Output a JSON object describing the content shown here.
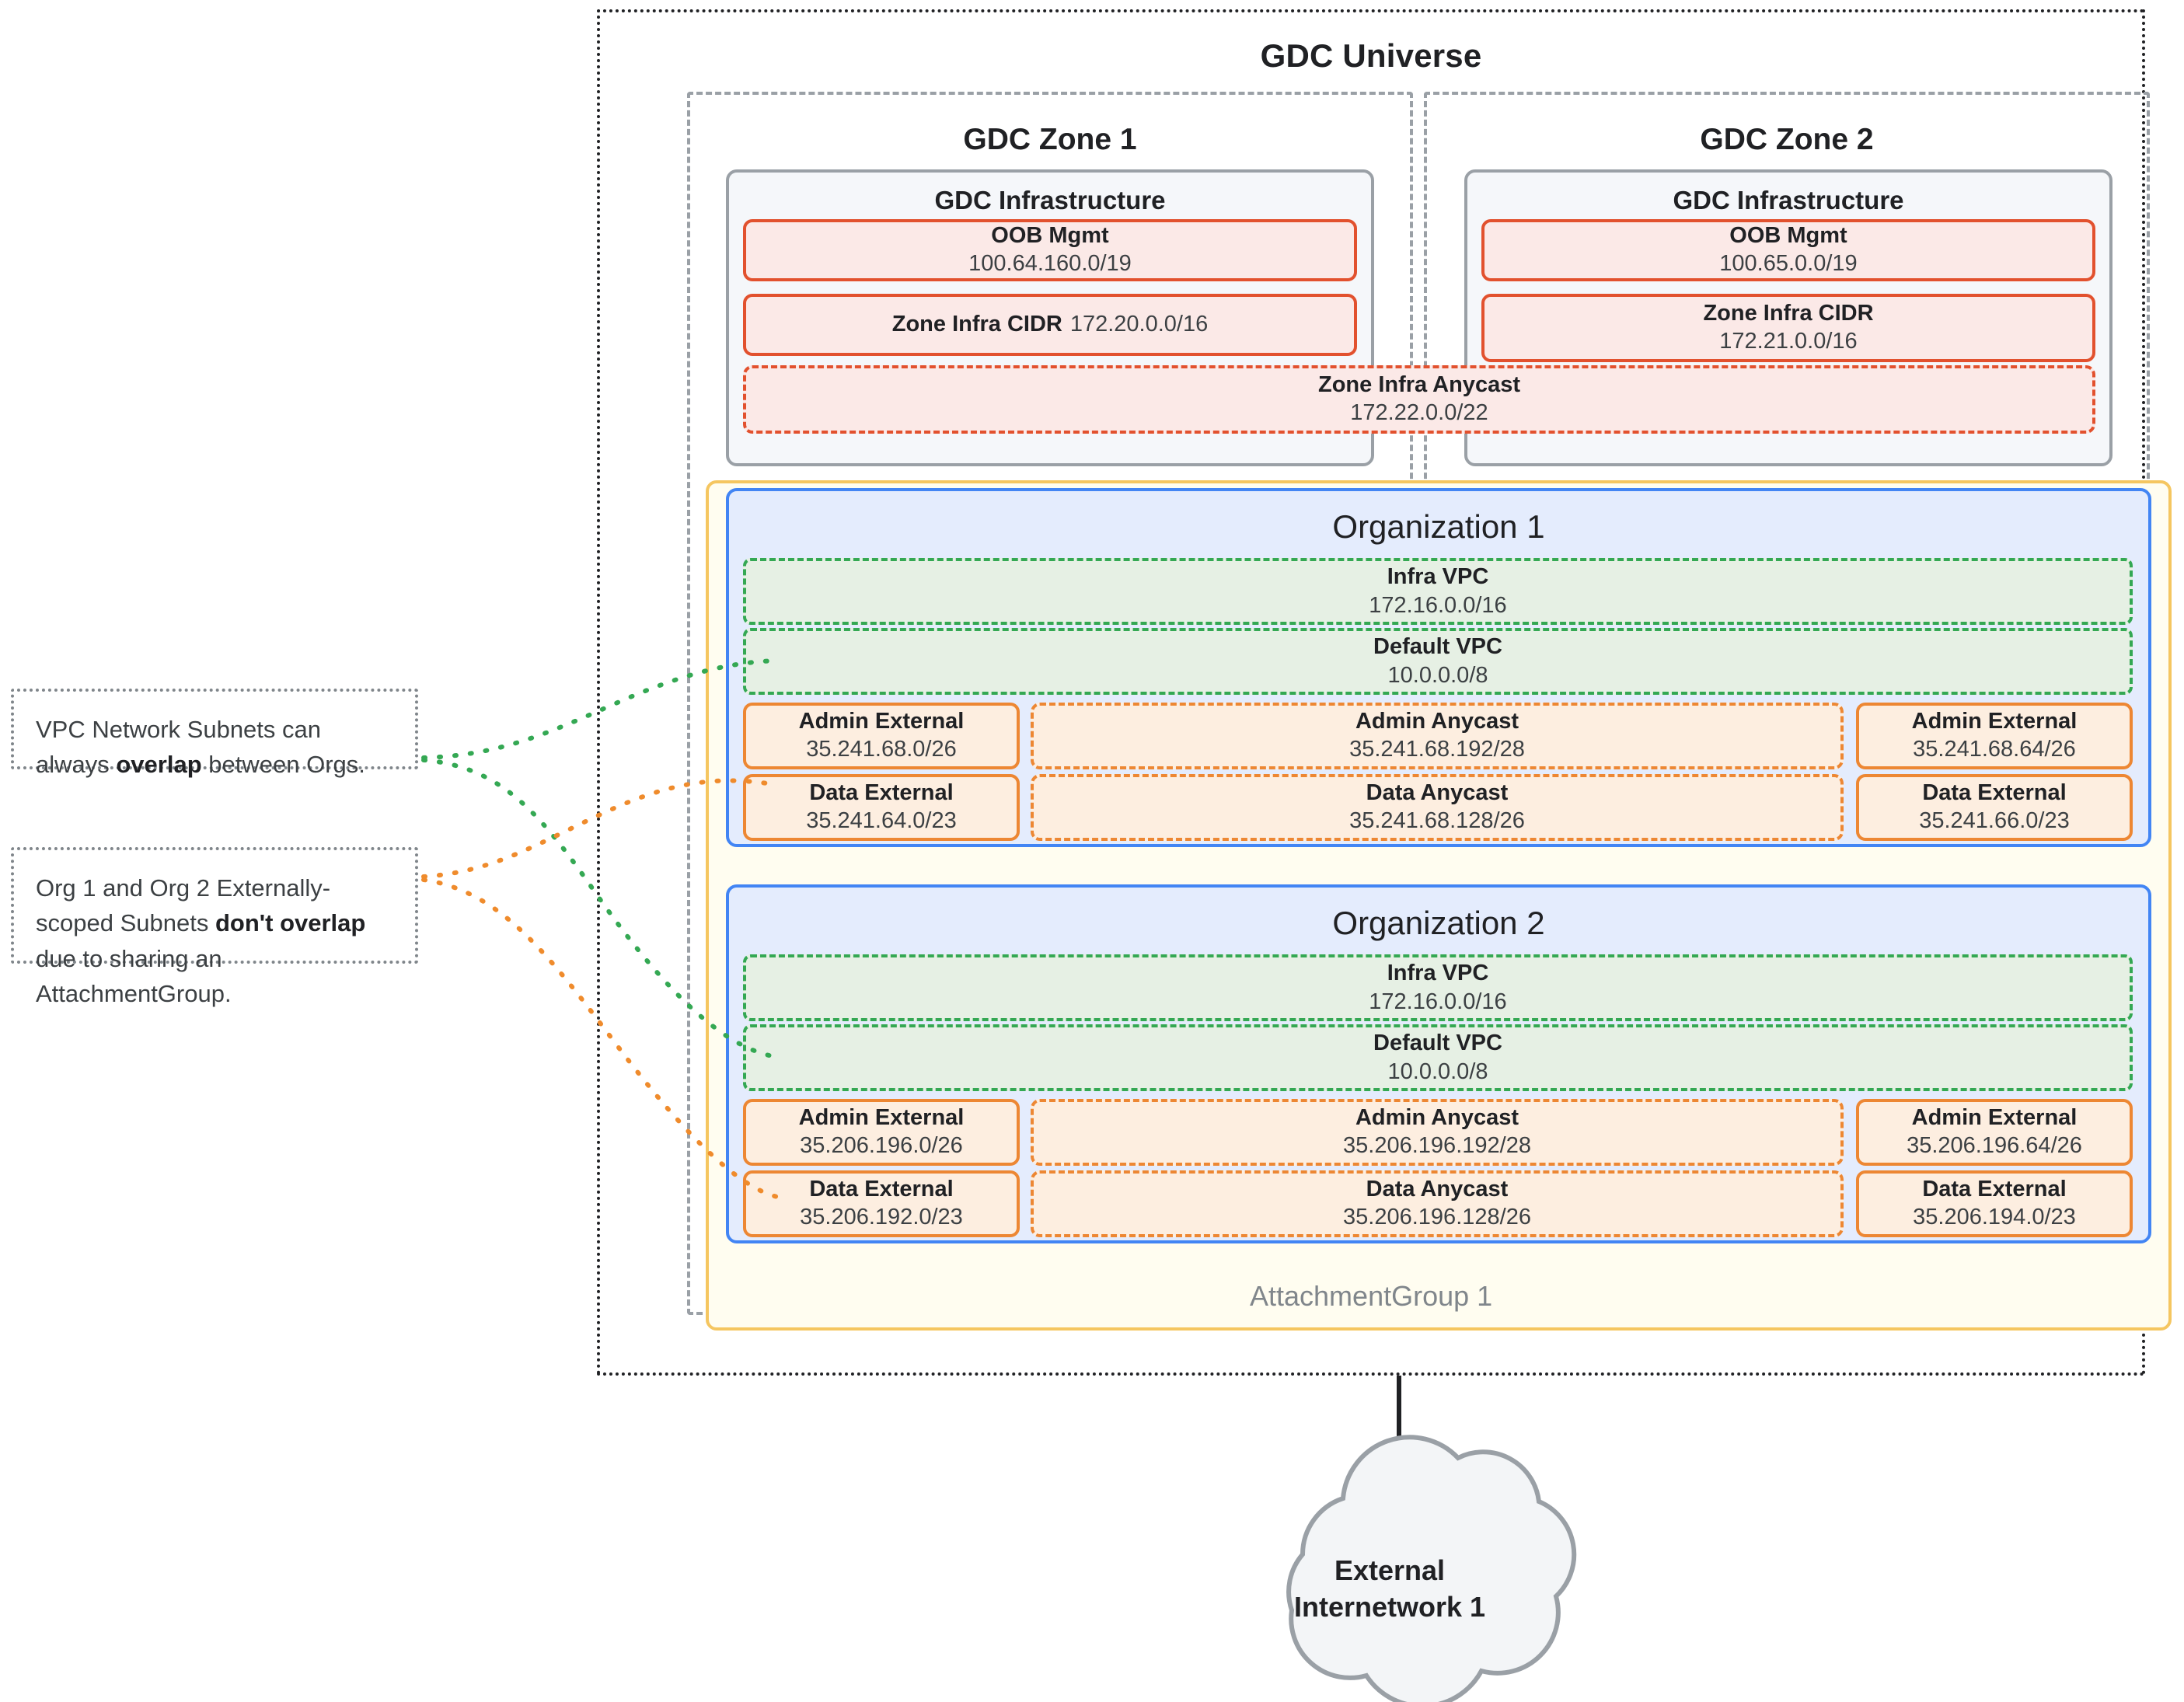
{
  "universe": {
    "title": "GDC Universe"
  },
  "zones": [
    {
      "title": "GDC Zone 1",
      "infra_title": "GDC Infrastructure",
      "oob": {
        "name": "OOB Mgmt",
        "cidr": "100.64.160.0/19"
      },
      "zone_infra_cidr": {
        "name": "Zone Infra CIDR",
        "cidr": "172.20.0.0/16"
      }
    },
    {
      "title": "GDC Zone 2",
      "infra_title": "GDC Infrastructure",
      "oob": {
        "name": "OOB Mgmt",
        "cidr": "100.65.0.0/19"
      },
      "zone_infra_cidr": {
        "name": "Zone Infra CIDR",
        "cidr": "172.21.0.0/16"
      }
    }
  ],
  "zone_infra_anycast": {
    "name": "Zone Infra Anycast",
    "cidr": "172.22.0.0/22"
  },
  "attachment_group": {
    "label": "AttachmentGroup 1"
  },
  "organizations": [
    {
      "title": "Organization 1",
      "vpcs": [
        {
          "name": "Infra VPC",
          "cidr": "172.16.0.0/16"
        },
        {
          "name": "Default VPC",
          "cidr": "10.0.0.0/8"
        }
      ],
      "subnets": {
        "admin_external_left": {
          "name": "Admin External",
          "cidr": "35.241.68.0/26"
        },
        "admin_anycast": {
          "name": "Admin Anycast",
          "cidr": "35.241.68.192/28"
        },
        "admin_external_right": {
          "name": "Admin External",
          "cidr": "35.241.68.64/26"
        },
        "data_external_left": {
          "name": "Data External",
          "cidr": "35.241.64.0/23"
        },
        "data_anycast": {
          "name": "Data Anycast",
          "cidr": "35.241.68.128/26"
        },
        "data_external_right": {
          "name": "Data External",
          "cidr": "35.241.66.0/23"
        }
      }
    },
    {
      "title": "Organization 2",
      "vpcs": [
        {
          "name": "Infra VPC",
          "cidr": "172.16.0.0/16"
        },
        {
          "name": "Default VPC",
          "cidr": "10.0.0.0/8"
        }
      ],
      "subnets": {
        "admin_external_left": {
          "name": "Admin External",
          "cidr": "35.206.196.0/26"
        },
        "admin_anycast": {
          "name": "Admin Anycast",
          "cidr": "35.206.196.192/28"
        },
        "admin_external_right": {
          "name": "Admin External",
          "cidr": "35.206.196.64/26"
        },
        "data_external_left": {
          "name": "Data External",
          "cidr": "35.206.192.0/23"
        },
        "data_anycast": {
          "name": "Data Anycast",
          "cidr": "35.206.196.128/26"
        },
        "data_external_right": {
          "name": "Data External",
          "cidr": "35.206.194.0/23"
        }
      }
    }
  ],
  "notes": [
    {
      "parts": [
        {
          "text": "VPC Network Subnets can always ",
          "bold": false
        },
        {
          "text": "overlap",
          "bold": true
        },
        {
          "text": " between Orgs.",
          "bold": false
        }
      ]
    },
    {
      "parts": [
        {
          "text": "Org 1 and Org 2 Externally-scoped Subnets ",
          "bold": false
        },
        {
          "text": "don't overlap",
          "bold": true
        },
        {
          "text": " due to sharing an AttachmentGroup.",
          "bold": false
        }
      ]
    }
  ],
  "external_network": {
    "label_line1": "External",
    "label_line2": "Internetwork 1"
  },
  "colors": {
    "universe_border": "#202124",
    "zone_border": "#9aa0a6",
    "infra_fill": "#f5f7fa",
    "red_border": "#e2512e",
    "red_fill": "#fbe9e7",
    "org_border": "#4285f4",
    "org_fill": "#e4ecfd",
    "vpc_border": "#34a853",
    "vpc_fill": "#e6f0e4",
    "subnet_border": "#ed8733",
    "subnet_fill": "#fdeee0",
    "attachment_border": "#f5c660",
    "attachment_fill": "#fffdf0",
    "cloud_fill": "#f3f5f7",
    "cloud_border": "#9aa0a6"
  }
}
